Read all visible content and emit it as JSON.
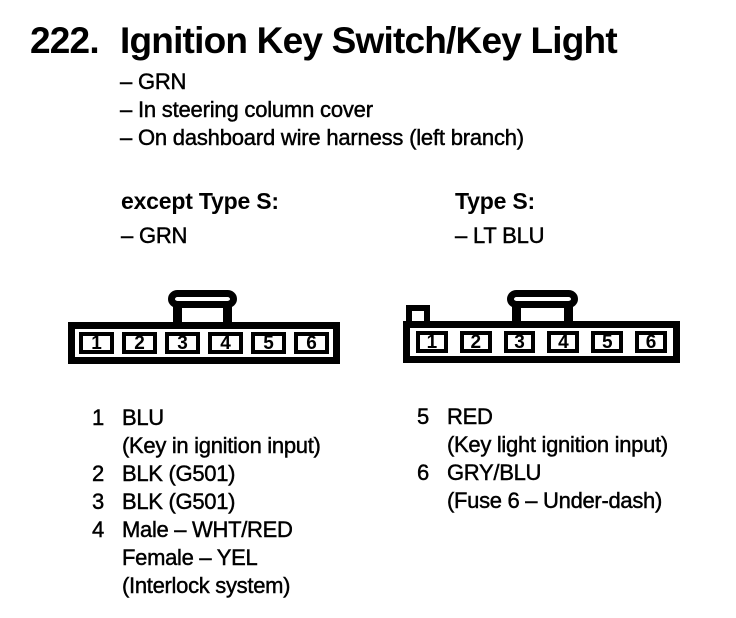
{
  "colors": {
    "ink": "#000000",
    "paper": "#ffffff"
  },
  "header": {
    "number": "222.",
    "title": "Ignition Key Switch/Key Light"
  },
  "bullets": [
    "– GRN",
    "– In steering column cover",
    "– On dashboard wire harness (left branch)"
  ],
  "variants": {
    "left": {
      "heading": "except Type S:",
      "bullet": "– GRN"
    },
    "right": {
      "heading": "Type S:",
      "bullet": "– LT BLU"
    }
  },
  "connectors": {
    "left": {
      "pins": [
        "1",
        "2",
        "3",
        "4",
        "5",
        "6"
      ]
    },
    "right": {
      "pins": [
        "1",
        "2",
        "3",
        "4",
        "5",
        "6"
      ]
    }
  },
  "pin_lists": {
    "left": [
      {
        "num": "1",
        "lines": [
          "BLU",
          "(Key in ignition input)"
        ]
      },
      {
        "num": "2",
        "lines": [
          "BLK (G501)"
        ]
      },
      {
        "num": "3",
        "lines": [
          "BLK (G501)"
        ]
      },
      {
        "num": "4",
        "lines": [
          "Male – WHT/RED",
          "Female – YEL",
          "(Interlock system)"
        ]
      }
    ],
    "right": [
      {
        "num": "5",
        "lines": [
          "RED",
          "(Key light ignition input)"
        ]
      },
      {
        "num": "6",
        "lines": [
          "GRY/BLU",
          "(Fuse 6 – Under-dash)"
        ]
      }
    ]
  }
}
